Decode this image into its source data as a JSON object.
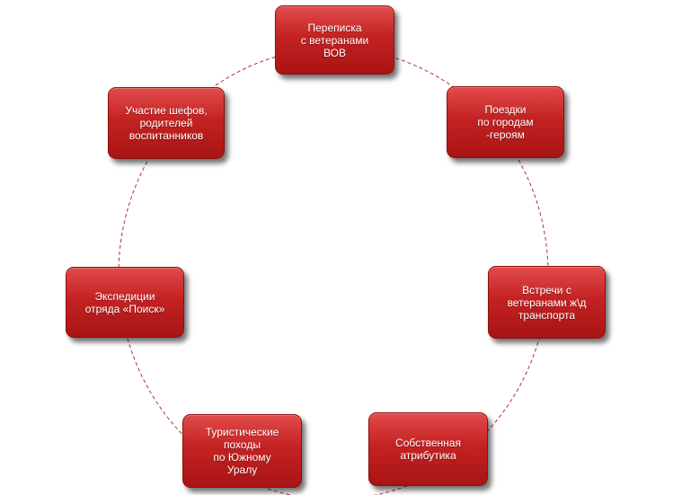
{
  "diagram": {
    "ring_color": "#b03030",
    "node_color": "#c42222",
    "nodes": [
      {
        "id": "top",
        "label": "Переписка\nс ветеранами\nВОВ"
      },
      {
        "id": "tr",
        "label": "Поездки\nпо городам\n-героям"
      },
      {
        "id": "r",
        "label": "Встречи с\nветеранами ж\\д\nтранспорта"
      },
      {
        "id": "br",
        "label": "Собственная\nатрибутика"
      },
      {
        "id": "bl",
        "label": "Туристические\nпоходы\nпо Южному\nУралу"
      },
      {
        "id": "l",
        "label": "Экспедиции\nотряда «Поиск»"
      },
      {
        "id": "tl",
        "label": "Участие шефов,\nродителей\nвоспитанников"
      }
    ]
  }
}
